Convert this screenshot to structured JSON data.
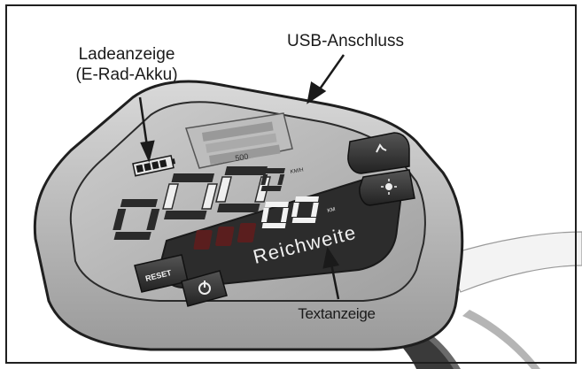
{
  "labels": {
    "charge_indicator_line1": "Ladeanzeige",
    "charge_indicator_line2": "(E-Rad-Akku)",
    "usb_port": "USB-Anschluss",
    "text_display": "Textanzeige"
  },
  "device": {
    "display_text": "Reichweite",
    "reset_label": "RESET",
    "small_display_value": "500",
    "unit_label": "KM/H",
    "unit_km": "KM",
    "power_icon": "power-icon",
    "walk_icon": "walk-assist-icon",
    "light_icon": "light-icon"
  },
  "colors": {
    "frame": "#1f1f1f",
    "display_dark": "#2a2a2a",
    "segment_light": "#efefef",
    "body_grey": "#b9b9b9"
  }
}
